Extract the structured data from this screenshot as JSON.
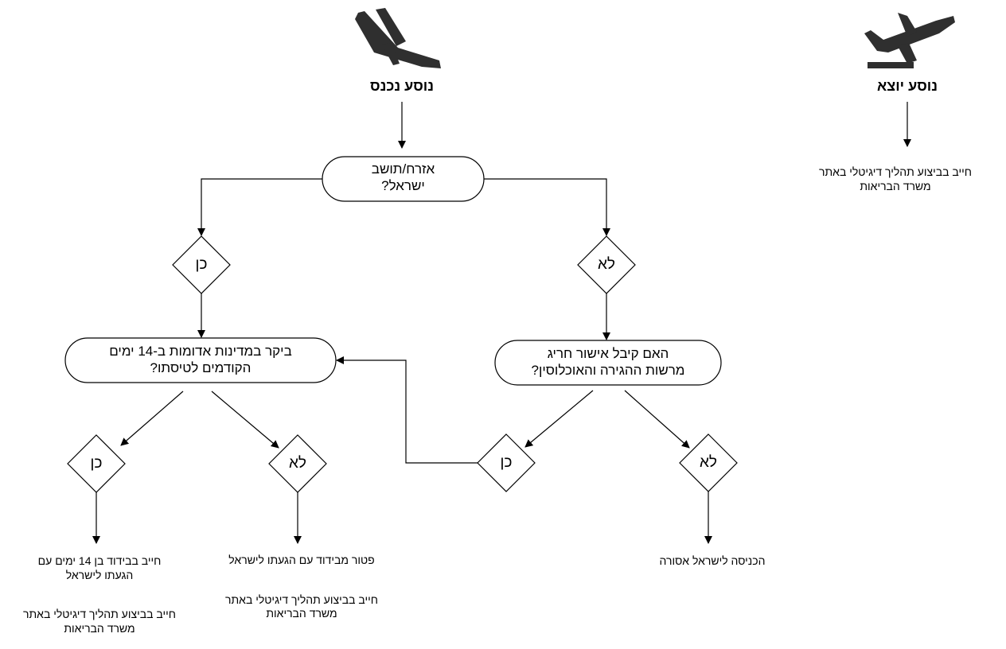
{
  "passengers": {
    "incoming": {
      "title": "נוסע נכנס",
      "icon": "plane-landing-icon"
    },
    "outgoing": {
      "title": "נוסע יוצא",
      "icon": "plane-takeoff-icon",
      "note_l1": "חייב בביצוע תהליך דיגיטלי באתר",
      "note_l2": "משרד הבריאות"
    }
  },
  "questions": {
    "citizen": {
      "l1": "אזרח/תושב",
      "l2": "ישראל?"
    },
    "red_countries": {
      "l1": "ביקר במדינות אדומות ב-14 ימים",
      "l2": "הקודמים לטיסתו?"
    },
    "exceptional_permit": {
      "l1": "האם קיבל אישור חריג",
      "l2": "מרשות ההגירה והאוכלוסין?"
    }
  },
  "decisions": {
    "citizen_yes": "כן",
    "citizen_no": "לא",
    "red_yes": "כן",
    "red_no": "לא",
    "permit_yes": "כן",
    "permit_no": "לא"
  },
  "outcomes": {
    "quarantine": {
      "l1": "חייב בבידוד בן 14 ימים עם",
      "l2": "הגעתו לישראל",
      "l3": "חייב בביצוע תהליך דיגיטלי באתר",
      "l4": "משרד הבריאות"
    },
    "exempt": {
      "l1": "פטור מבידוד עם הגעתו לישראל",
      "l3": "חייב בביצוע תהליך דיגיטלי באתר",
      "l4": "משרד הבריאות"
    },
    "denied": {
      "l1": "הכניסה לישראל אסורה"
    }
  }
}
